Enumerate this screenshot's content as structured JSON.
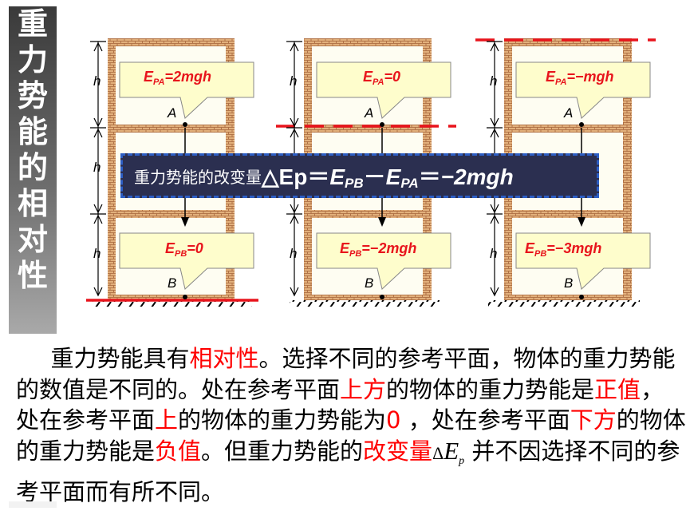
{
  "sidebar": {
    "title_chars": [
      "重",
      "力",
      "势",
      "能",
      "的",
      "相",
      "对",
      "性"
    ]
  },
  "diagram": {
    "height_label": "h",
    "point_a_label": "A",
    "point_b_label": "B",
    "panels": [
      {
        "epa_sym": "E",
        "epa_sub": "PA",
        "epa_val": "=2mgh",
        "epb_sym": "E",
        "epb_sub": "PB",
        "epb_val": "=0"
      },
      {
        "epa_sym": "E",
        "epa_sub": "PA",
        "epa_val": "=0",
        "epb_sym": "E",
        "epb_sub": "PB",
        "epb_val": "=−2mgh"
      },
      {
        "epa_sym": "E",
        "epa_sub": "PA",
        "epa_val": "=−mgh",
        "epb_sym": "E",
        "epb_sub": "PB",
        "epb_val": "=−3mgh"
      }
    ],
    "colors": {
      "reference_line": "#e8141c",
      "callout_fill": "#fefdcc",
      "brick": "#c98b55",
      "label_red": "#e8141c"
    }
  },
  "banner": {
    "prefix": "重力势能的改变量",
    "delta": "△",
    "ep": "Ep",
    "eq1": "＝",
    "e1": "E",
    "e1_sub": "PB",
    "minus": "－",
    "e2": "E",
    "e2_sub": "PA",
    "eq2": "＝",
    "result": "−2mgh"
  },
  "paragraph": {
    "t1": "重力势能具有",
    "r1": "相对性",
    "t2": "。选择不同的参考平面，物体的重力势能的数值是不同的。处在参考平面",
    "r2": "上方",
    "t3": "的物体的重力势能是",
    "r3": "正值",
    "t4": "，处在参考平面",
    "r4": "上",
    "t5": "的物体的重力势能为",
    "r5": "0",
    "t6": " ，处在参考平面",
    "r6": "下方",
    "t7": "的物体的重力势能是",
    "r7": "负值",
    "t8": "。但重力势能的",
    "r8": "改变量",
    "delta_sym": "Δ",
    "delta_E": "E",
    "delta_sub": "p",
    "t9": " 并不因选择不同的参考平面而有所不同。"
  }
}
